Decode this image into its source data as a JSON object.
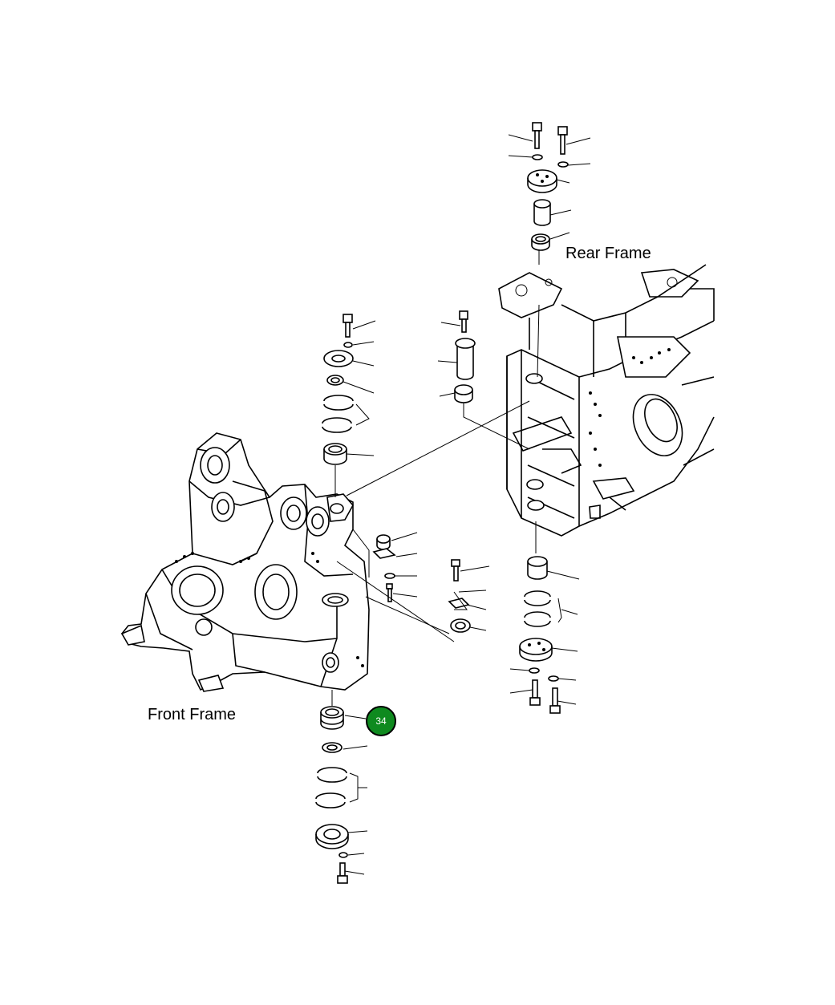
{
  "labels": {
    "rear_frame": "Rear Frame",
    "front_frame": "Front Frame"
  },
  "callout": {
    "number": "34",
    "color": "#0f8a1f"
  }
}
